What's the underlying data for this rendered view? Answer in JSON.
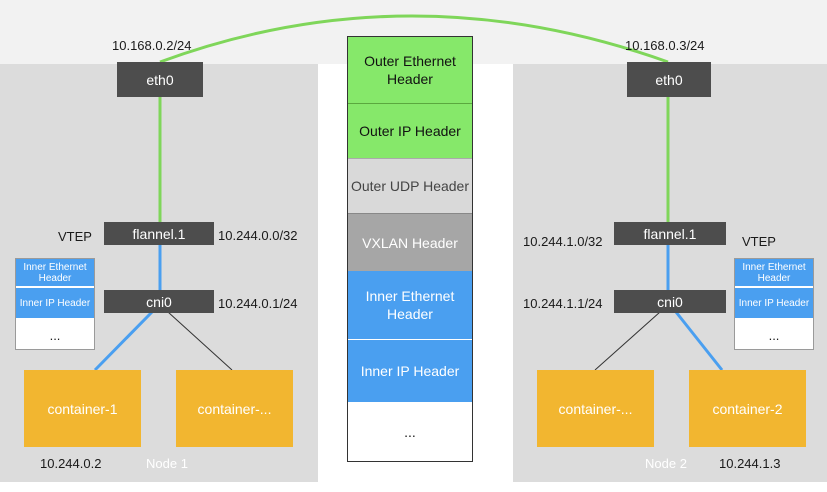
{
  "left_node": {
    "name": "Node 1",
    "eth0_ip": "10.168.0.2/24",
    "eth0_label": "eth0",
    "flannel_label": "flannel.1",
    "flannel_ip": "10.244.0.0/32",
    "vtep_label": "VTEP",
    "cni_label": "cni0",
    "cni_ip": "10.244.0.1/24",
    "mini_packet": [
      "Inner Ethernet Header",
      "Inner IP Header",
      "..."
    ],
    "containers": [
      "container-1",
      "container-..."
    ],
    "container_ip": "10.244.0.2"
  },
  "right_node": {
    "name": "Node 2",
    "eth0_ip": "10.168.0.3/24",
    "eth0_label": "eth0",
    "flannel_label": "flannel.1",
    "flannel_ip": "10.244.1.0/32",
    "vtep_label": "VTEP",
    "cni_label": "cni0",
    "cni_ip": "10.244.1.1/24",
    "mini_packet": [
      "Inner Ethernet Header",
      "Inner IP Header",
      "..."
    ],
    "containers": [
      "container-...",
      "container-2"
    ],
    "container_ip": "10.244.1.3"
  },
  "packet": {
    "headers": [
      "Outer Ethernet Header",
      "Outer IP Header",
      "Outer UDP Header",
      "VXLAN Header",
      "Inner Ethernet Header",
      "Inner IP Header",
      "..."
    ]
  },
  "colors": {
    "node_background": "#dcdcdc",
    "device": "#4d4d4d",
    "container": "#f2b630",
    "outer_header_green": "#86e86a",
    "outer_udp_grey": "#d9d9d9",
    "vxlan_grey": "#a6a6a6",
    "inner_header_blue": "#4a9ff0",
    "link_green": "#7fd65a",
    "link_blue": "#4a9ff0"
  }
}
